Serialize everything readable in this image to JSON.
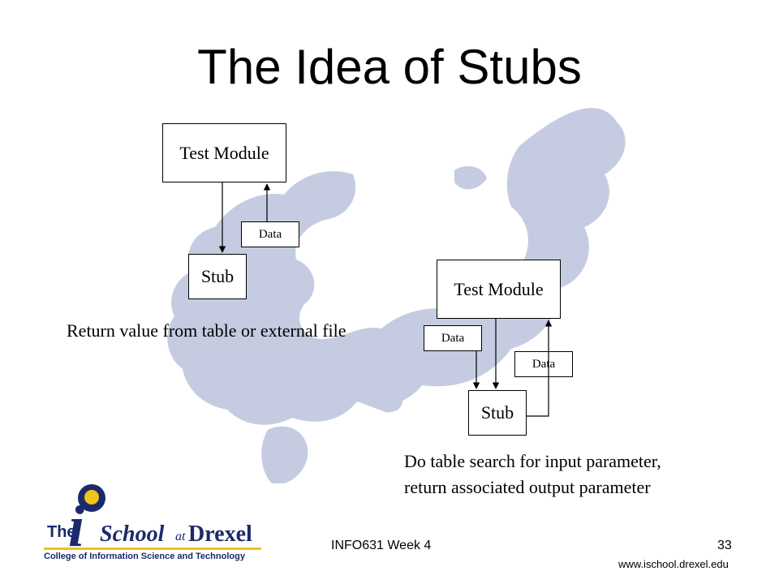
{
  "slide": {
    "title": "The Idea of Stubs",
    "footer_center": "INFO631 Week 4",
    "page_number": "33",
    "footer_url": "www.ischool.drexel.edu"
  },
  "diagram1": {
    "test_module": "Test Module",
    "stub": "Stub",
    "data": "Data",
    "caption": "Return value from table or external file"
  },
  "diagram2": {
    "test_module": "Test Module",
    "stub": "Stub",
    "data_left": "Data",
    "data_right": "Data",
    "caption_line1": "Do table search for input parameter,",
    "caption_line2": "return associated output parameter"
  },
  "logo": {
    "the": "The",
    "i": "i",
    "school": "School",
    "at": "at",
    "drexel": "Drexel",
    "college": "College of Information Science and Technology"
  },
  "colors": {
    "watermark": "#c5cbe1",
    "logo_blue": "#1c2a6b",
    "logo_gold": "#f2c318"
  }
}
